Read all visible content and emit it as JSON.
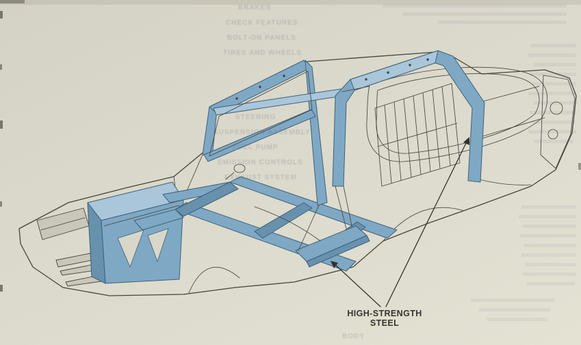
{
  "figure": {
    "label_line1": "HIGH-STRENGTH",
    "label_line2": "STEEL"
  },
  "colors": {
    "paper": "#dad8ca",
    "line": "#45443d",
    "steel_mid": "#7fa8c5",
    "steel_light": "#a9c6da",
    "steel_dark": "#6791ad",
    "label_text": "#35342e"
  },
  "bleed_through_text": {
    "items": [
      "BRAKES",
      "CHECK FEATURES",
      "BOLT-ON PANELS",
      "TIRES AND WHEELS",
      "STEERING",
      "SUSPENSION ASSEMBLY",
      "FUEL PUMP",
      "EMISSION CONTROLS",
      "EXHAUST SYSTEM",
      "BODY"
    ]
  }
}
